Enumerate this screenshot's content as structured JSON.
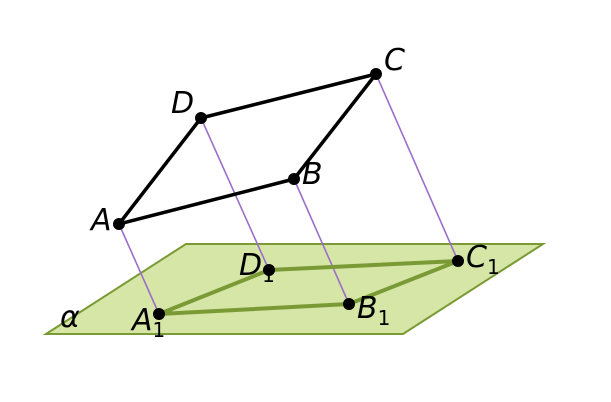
{
  "diagram": {
    "plane_label": "α",
    "points": {
      "A": {
        "name": "A",
        "sub": ""
      },
      "B": {
        "name": "B",
        "sub": ""
      },
      "C": {
        "name": "C",
        "sub": ""
      },
      "D": {
        "name": "D",
        "sub": ""
      },
      "A1": {
        "name": "A",
        "sub": "1"
      },
      "B1": {
        "name": "B",
        "sub": "1"
      },
      "C1": {
        "name": "C",
        "sub": "1"
      },
      "D1": {
        "name": "D",
        "sub": "1"
      }
    },
    "colors": {
      "plane_fill": "#d5e6a6",
      "plane_stroke": "#7a9a35",
      "projection_line": "#9b6fc9",
      "upper_quad": "#000000",
      "lower_quad": "#7a9a35",
      "point": "#000000"
    }
  }
}
